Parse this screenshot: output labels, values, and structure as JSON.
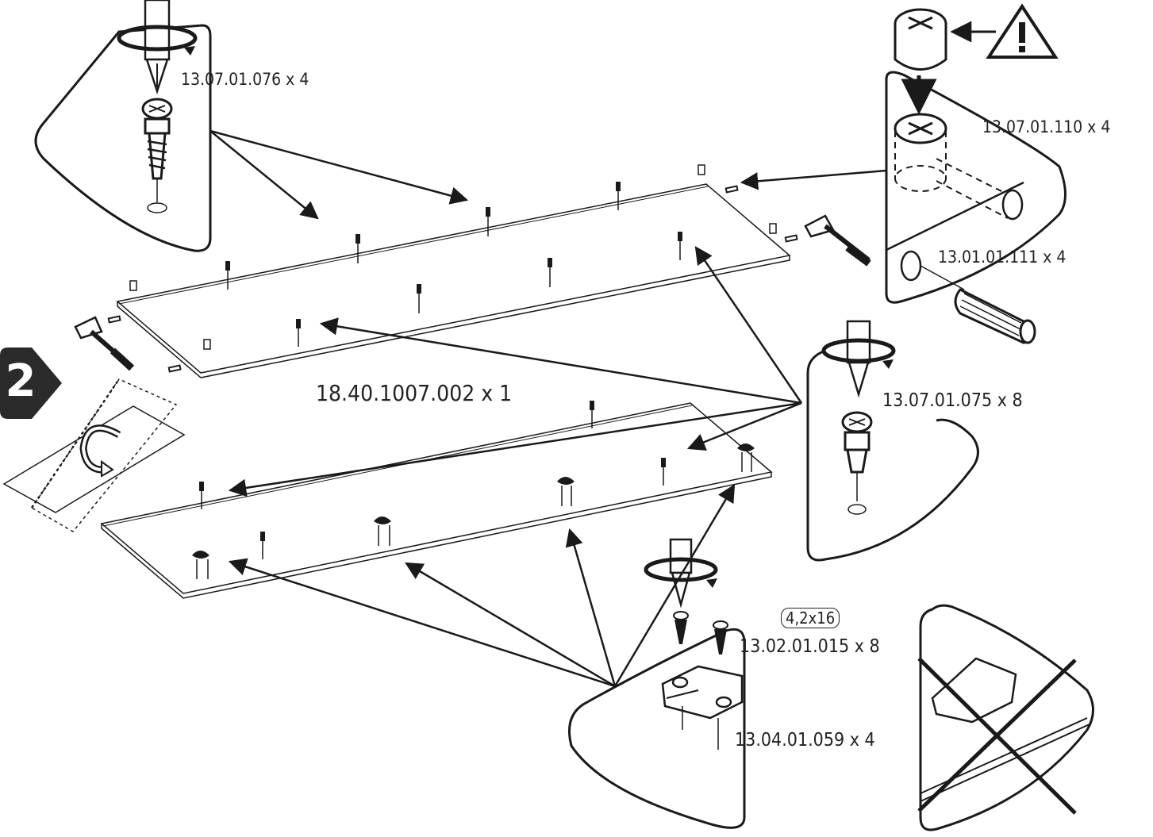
{
  "step": {
    "number": "2"
  },
  "labels": {
    "top_screw": "13.07.01.076 x 4",
    "cam_lock": "13.07.01.110 x 4",
    "dowel": "13.01.01.111 x 4",
    "panel": "18.40.1007.002 x 1",
    "mid_screw": "13.07.01.075 x 8",
    "screw_size": "4,2x16",
    "wood_screw": "13.02.01.015 x 8",
    "hinge_plate": "13.04.01.059 x 4"
  },
  "icons": [
    "warning-icon",
    "hammer-icon",
    "screwdriver-icon",
    "rotate-icon",
    "not-allowed-cross-icon"
  ],
  "colors": {
    "line": "#1a1a1a",
    "badge": "#2b2b2b",
    "badge_text": "#ffffff"
  }
}
